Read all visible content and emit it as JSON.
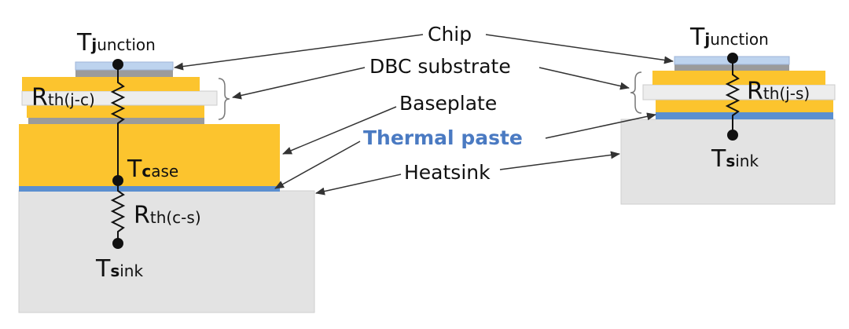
{
  "labels": {
    "chip": "Chip",
    "dbc": "DBC substrate",
    "baseplate": "Baseplate",
    "paste": "Thermal paste",
    "heatsink": "Heatsink"
  },
  "left": {
    "tj_main": "T",
    "tj_bold": "j",
    "tj_rest": "unction",
    "rjc_main": "R",
    "rjc_sub": "th(j-c)",
    "tc_main": "T",
    "tc_bold": "c",
    "tc_rest": "ase",
    "rcs_main": "R",
    "rcs_sub": "th(c-s)",
    "ts_main": "T",
    "ts_bold": "s",
    "ts_rest": "ink"
  },
  "right": {
    "tj_main": "T",
    "tj_bold": "j",
    "tj_rest": "unction",
    "rjs_main": "R",
    "rjs_sub": "th(j-s)",
    "ts_main": "T",
    "ts_bold": "s",
    "ts_rest": "ink"
  },
  "colors": {
    "gold": "#FCC42E",
    "paste_blue": "#5B8FD0",
    "paste_text": "#4A7AC2",
    "heatsink_grey": "#E3E3E3",
    "gray_layer": "#9B9B9B",
    "ceramic": "#EDEDED",
    "chip_blue": "#BDD3EE"
  }
}
